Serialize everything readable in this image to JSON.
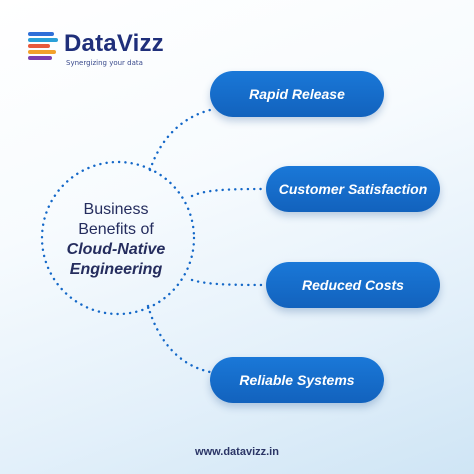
{
  "brand": {
    "name": "DataVizz",
    "tagline": "Synergizing your data",
    "logo_icon": "striped-bars-icon",
    "logo_colors": [
      "#2f6fd8",
      "#2aa0d8",
      "#e8593c",
      "#f2a12b",
      "#7b3fb0"
    ]
  },
  "center": {
    "line1": "Business",
    "line2": "Benefits of",
    "line3": "Cloud-Native",
    "line4": "Engineering"
  },
  "benefits": [
    {
      "label": "Rapid Release"
    },
    {
      "label": "Customer Satisfaction"
    },
    {
      "label": "Reduced Costs"
    },
    {
      "label": "Reliable Systems"
    }
  ],
  "footer": {
    "url": "www.datavizz.in"
  },
  "colors": {
    "pill": "#1468c8",
    "dots": "#1468c8",
    "text_dark": "#252d5e"
  }
}
